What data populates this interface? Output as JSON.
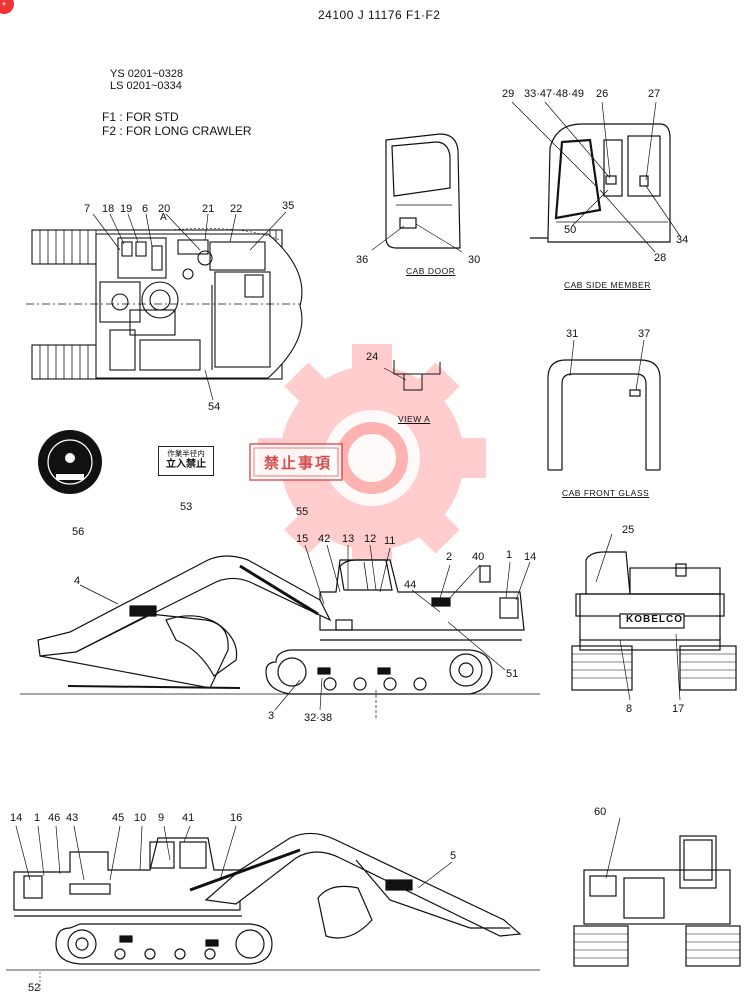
{
  "corner_badge": "+",
  "drawing_number": "24100 J 11176 F1·F2",
  "serial_ranges": [
    "YS 0201~0328",
    "LS 0201~0334"
  ],
  "variants": [
    "F1 : FOR STD",
    "F2 : FOR LONG CRAWLER"
  ],
  "captions": {
    "cab_door": "CAB DOOR",
    "cab_side_member": "CAB SIDE MEMBER",
    "view_a": "VIEW A",
    "cab_front_glass": "CAB FRONT GLASS",
    "view_a_marker": "A"
  },
  "brand_label": "KOBELCO",
  "decal_53": {
    "line1": "作業半径内",
    "line2": "立入禁止"
  },
  "decal_55": "禁止事項",
  "page_number": "52",
  "callouts": {
    "top_view": [
      "7",
      "18",
      "19",
      "6",
      "20",
      "21",
      "22",
      "35",
      "54"
    ],
    "cab_door": [
      "36",
      "30"
    ],
    "cab_side": [
      "29",
      "33·47·48·49",
      "26",
      "27",
      "50",
      "28",
      "34"
    ],
    "view_a": [
      "24"
    ],
    "front_glass": [
      "31",
      "37"
    ],
    "decals": [
      "56",
      "53",
      "55"
    ],
    "side_view": [
      "15",
      "42",
      "13",
      "12",
      "11",
      "2",
      "40",
      "1",
      "14",
      "4",
      "44",
      "51",
      "3",
      "32·38"
    ],
    "rear_view": [
      "25",
      "8",
      "17"
    ],
    "bottom_view": [
      "14",
      "1",
      "46",
      "43",
      "45",
      "10",
      "9",
      "41",
      "16",
      "5"
    ],
    "bottom_rear": [
      "60"
    ]
  }
}
